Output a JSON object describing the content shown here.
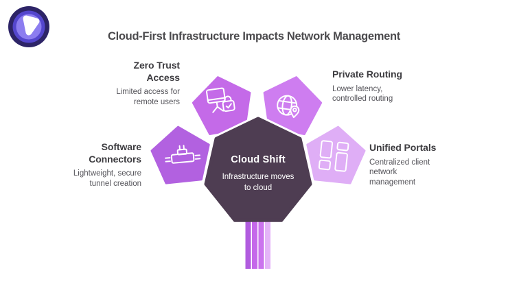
{
  "title": "Cloud-First Infrastructure Impacts Network Management",
  "colors": {
    "heptagon": "#4e3d52",
    "logo_outer": "#2d2467",
    "logo_mid": "#5446cd",
    "logo_inner": "#8c7df0"
  },
  "center": {
    "title": "Cloud Shift",
    "subtitle_lines": [
      "Infrastructure moves",
      "to cloud"
    ]
  },
  "stem": {
    "bars": [
      "#b15cdf",
      "#c568ea",
      "#cb73ee",
      "#e4b3f8"
    ]
  },
  "nodes": [
    {
      "id": "zero-trust-access",
      "heading_lines": [
        "Zero Trust",
        "Access"
      ],
      "desc_lines": [
        "Limited access for",
        "remote users"
      ],
      "color": "#c46ae8",
      "icon": "secure-workstation-icon"
    },
    {
      "id": "private-routing",
      "heading_lines": [
        "Private Routing"
      ],
      "desc_lines": [
        "Lower latency,",
        "controlled routing"
      ],
      "color": "#ce7df0",
      "icon": "globe-location-icon"
    },
    {
      "id": "software-connectors",
      "heading_lines": [
        "Software",
        "Connectors"
      ],
      "desc_lines": [
        "Lightweight, secure",
        "tunnel creation"
      ],
      "color": "#b261e0",
      "icon": "connector-icon"
    },
    {
      "id": "unified-portals",
      "heading_lines": [
        "Unified Portals"
      ],
      "desc_lines": [
        "Centralized client",
        "network",
        "management"
      ],
      "color": "#dfaef6",
      "icon": "dashboard-grid-icon"
    }
  ]
}
